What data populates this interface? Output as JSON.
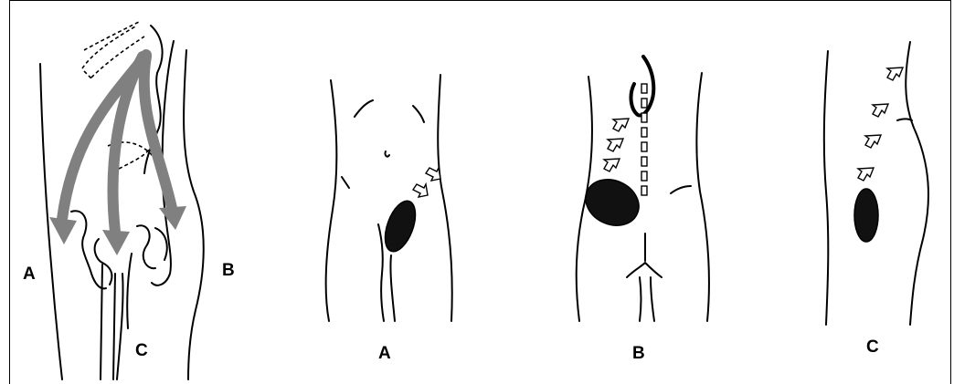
{
  "panel_left": {
    "labels": {
      "a": "A",
      "b": "B",
      "c": "C"
    }
  },
  "panel_a": {
    "caption": "A"
  },
  "panel_b": {
    "caption": "B"
  },
  "panel_c": {
    "caption": "C"
  },
  "colors": {
    "outline": "#000000",
    "abscess": "#111111",
    "spread_arrows": "#808080"
  }
}
